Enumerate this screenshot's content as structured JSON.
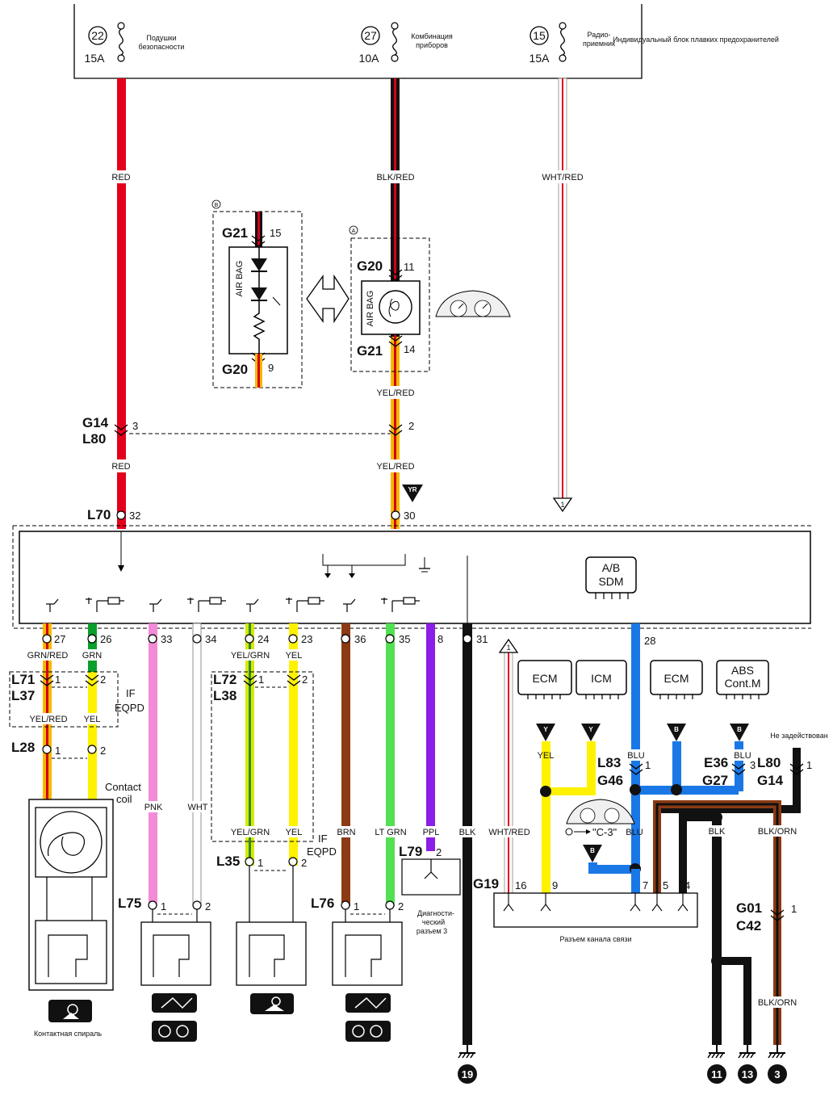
{
  "fuse_block": {
    "title": "Индивидуальный блок плавких предохранителей",
    "fuses": [
      {
        "num": "22",
        "amp": "15A",
        "desc1": "Подушки",
        "desc2": "безопасности"
      },
      {
        "num": "27",
        "amp": "10A",
        "desc1": "Комбинация",
        "desc2": "приборов"
      },
      {
        "num": "15",
        "amp": "15A",
        "desc1": "Радио-",
        "desc2": "приемник"
      }
    ]
  },
  "top_wires": {
    "red": "RED",
    "blk_red": "BLK/RED",
    "wht_red": "WHT/RED"
  },
  "variant_b": {
    "marker": "B",
    "conn_top": "G21",
    "pin_top": "15",
    "label": "AIR BAG",
    "conn_bot": "G20",
    "pin_bot": "9"
  },
  "variant_a": {
    "marker": "A",
    "conn_top": "G20",
    "pin_top": "11",
    "label": "AIR BAG",
    "conn_bot": "G21",
    "pin_bot": "14"
  },
  "yel_red": "YEL/RED",
  "g14l80": {
    "c1": "G14",
    "c2": "L80",
    "pin_a": "3",
    "pin_b": "2"
  },
  "yr_marker": "YR",
  "l70": {
    "name": "L70",
    "pin_red": "32",
    "pin_yel": "30"
  },
  "sdm": {
    "line1": "A/B",
    "line2": "SDM"
  },
  "pins": [
    "27",
    "26",
    "33",
    "34",
    "24",
    "23",
    "36",
    "35",
    "8",
    "31",
    "28"
  ],
  "wires_upper": {
    "grn_red": "GRN/RED",
    "grn": "GRN",
    "yel_grn": "YEL/GRN",
    "yel": "YEL"
  },
  "l71": {
    "c1": "L71",
    "c2": "L37",
    "p1": "1",
    "p2": "2",
    "if": "IF",
    "eqpd": "EQPD",
    "w1": "YEL/RED",
    "w2": "YEL"
  },
  "l72": {
    "c1": "L72",
    "c2": "L38",
    "p1": "1",
    "p2": "2"
  },
  "l28": {
    "name": "L28",
    "p1": "1",
    "p2": "2"
  },
  "contact_coil": {
    "line1": "Contact",
    "line2": "coil"
  },
  "wires_lower": {
    "pnk": "PNK",
    "wht": "WHT",
    "yel_grn": "YEL/GRN",
    "yel": "YEL",
    "brn": "BRN",
    "lt_grn": "LT GRN",
    "ppl": "PPL",
    "blk": "BLK",
    "wht_red": "WHT/RED"
  },
  "l35": {
    "name": "L35",
    "p1": "1",
    "p2": "2",
    "if": "IF",
    "eqpd": "EQPD"
  },
  "l75": {
    "name": "L75",
    "p1": "1",
    "p2": "2"
  },
  "l76": {
    "name": "L76",
    "p1": "1",
    "p2": "2"
  },
  "l79": {
    "name": "L79",
    "pin": "2",
    "desc1": "Диагности-",
    "desc2": "ческий",
    "desc3": "разъем 3"
  },
  "contact_spiral": "Контактная спираль",
  "modules": {
    "ecm1": "ECM",
    "icm": "ICM",
    "ecm2": "ECM",
    "abs1": "ABS",
    "abs2": "Cont.M"
  },
  "markers": {
    "y1": "Y",
    "y2": "Y",
    "b1": "B",
    "b2": "B",
    "b3": "B"
  },
  "right_wires": {
    "yel": "YEL",
    "blu1": "BLU",
    "blu2": "BLU",
    "blu3": "BLU",
    "blk": "BLK",
    "blk_orn1": "BLK/ORN",
    "blk_orn2": "BLK/ORN"
  },
  "not_used": "Не задействован",
  "l83": {
    "c1": "L83",
    "c2": "G46",
    "pin": "1"
  },
  "e36": {
    "c1": "E36",
    "c2": "G27",
    "pin": "3"
  },
  "l80g14": {
    "c1": "L80",
    "c2": "G14",
    "pin": "1"
  },
  "c3_ref": "\"C-3\"",
  "g19": {
    "name": "G19",
    "pins": [
      "16",
      "9",
      "7",
      "5",
      "4"
    ],
    "desc": "Разъем канала связи"
  },
  "g01": {
    "c1": "G01",
    "c2": "C42",
    "pin": "1"
  },
  "grounds": [
    "19",
    "11",
    "13",
    "3"
  ]
}
